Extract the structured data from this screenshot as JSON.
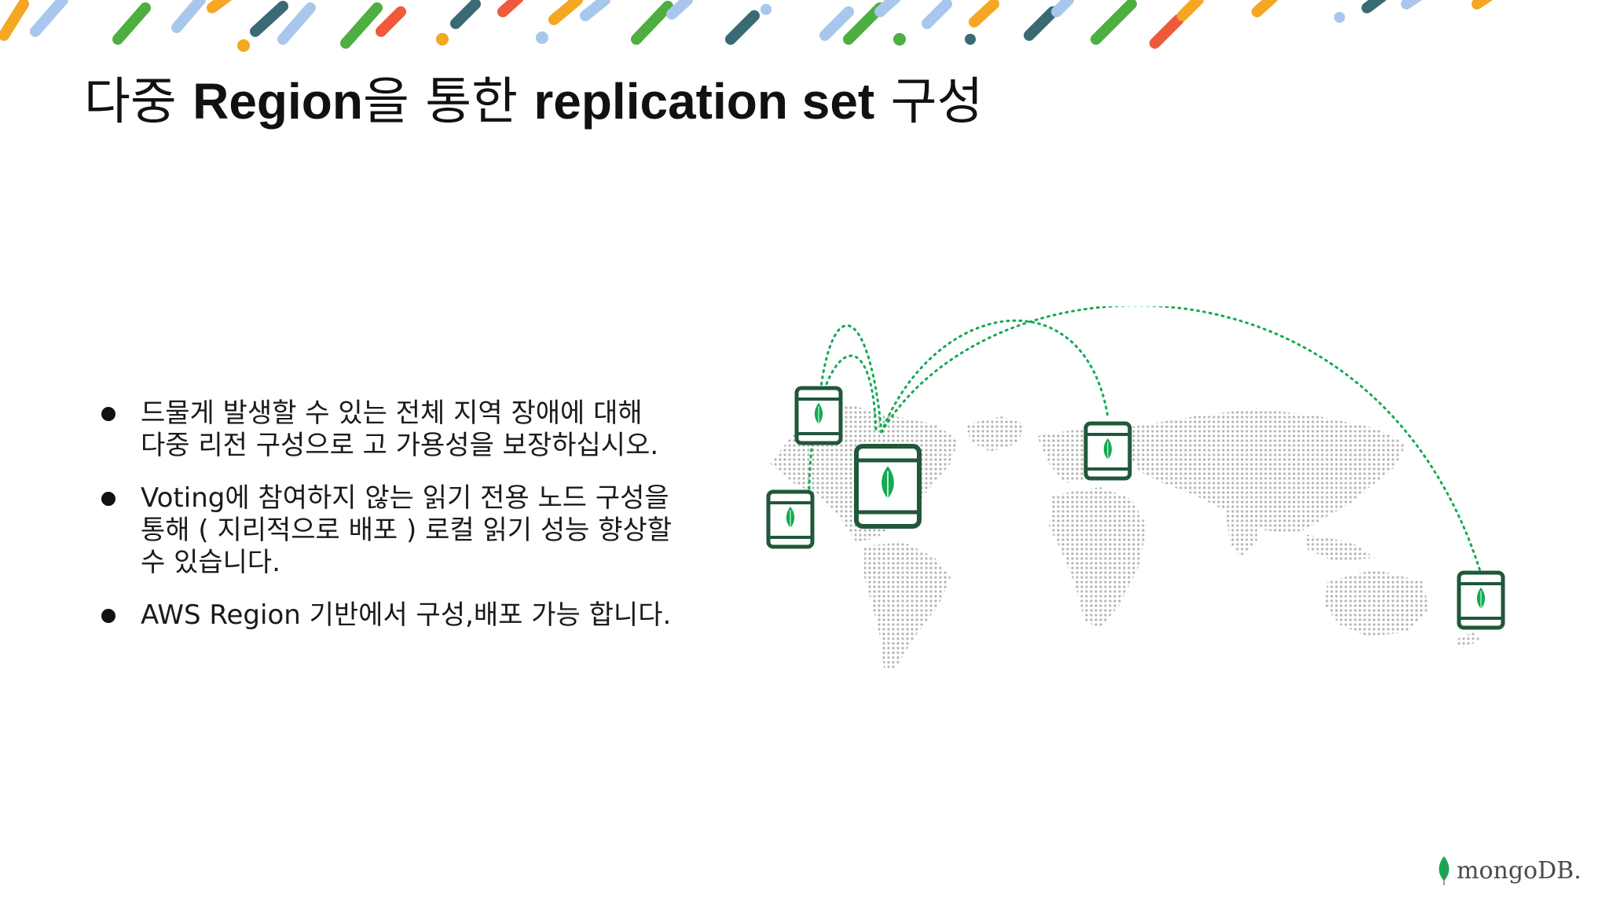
{
  "slide": {
    "title": {
      "p1": "다중 ",
      "p2": "Region",
      "p3": "을 통한  ",
      "p4": "replication set",
      "p5": " 구성"
    },
    "bullets": [
      "드물게 발생할 수 있는 전체 지역 장애에 대해\n다중 리전 구성으로 고 가용성을 보장하십시오.",
      "Voting에 참여하지 않는 읽기 전용  노드 구성을\n통해 ( 지리적으로 배포 ) 로컬 읽기 성능 향상할\n수 있습니다.",
      "AWS Region 기반에서 구성,배포 가능 합니다."
    ],
    "logo_text": "mongoDB.",
    "colors": {
      "accent_green": "#13aa52",
      "node_frame": "#21573a",
      "map_dots": "#b4b4b4",
      "stripe_orange": "#f5a623",
      "stripe_green": "#4caf3f",
      "stripe_red": "#ef5a3d",
      "stripe_blue": "#a9c7ec",
      "stripe_teal": "#3a6b74"
    },
    "map_icons": [
      "mongodb-leaf-icon"
    ]
  }
}
